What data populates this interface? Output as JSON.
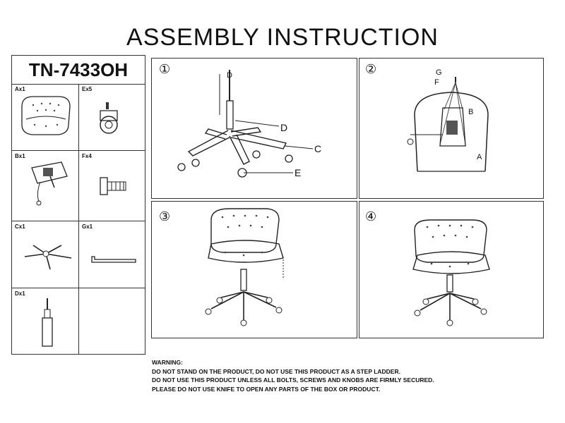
{
  "title": "ASSEMBLY INSTRUCTION",
  "model": "TN-7433OH",
  "parts": [
    {
      "label": "Ax1"
    },
    {
      "label": "Ex5"
    },
    {
      "label": "Bx1"
    },
    {
      "label": "Fx4"
    },
    {
      "label": "Cx1"
    },
    {
      "label": "Gx1"
    },
    {
      "label": "Dx1"
    }
  ],
  "steps": [
    {
      "number": "①",
      "callouts": [
        "D",
        "D",
        "C",
        "E"
      ]
    },
    {
      "number": "②",
      "callouts": [
        "G",
        "F",
        "B",
        "A"
      ]
    },
    {
      "number": "③",
      "callouts": []
    },
    {
      "number": "④",
      "callouts": []
    }
  ],
  "warning": {
    "heading": "WARNING:",
    "lines": [
      "DO NOT STAND ON THE PRODUCT, DO NOT USE THIS PRODUCT AS A STEP LADDER.",
      "DO NOT USE THIS PRODUCT UNLESS ALL BOLTS, SCREWS AND KNOBS ARE FIRMLY SECURED.",
      "PLEASE DO NOT USE KNIFE TO OPEN ANY PARTS OF THE BOX OR PRODUCT."
    ]
  }
}
